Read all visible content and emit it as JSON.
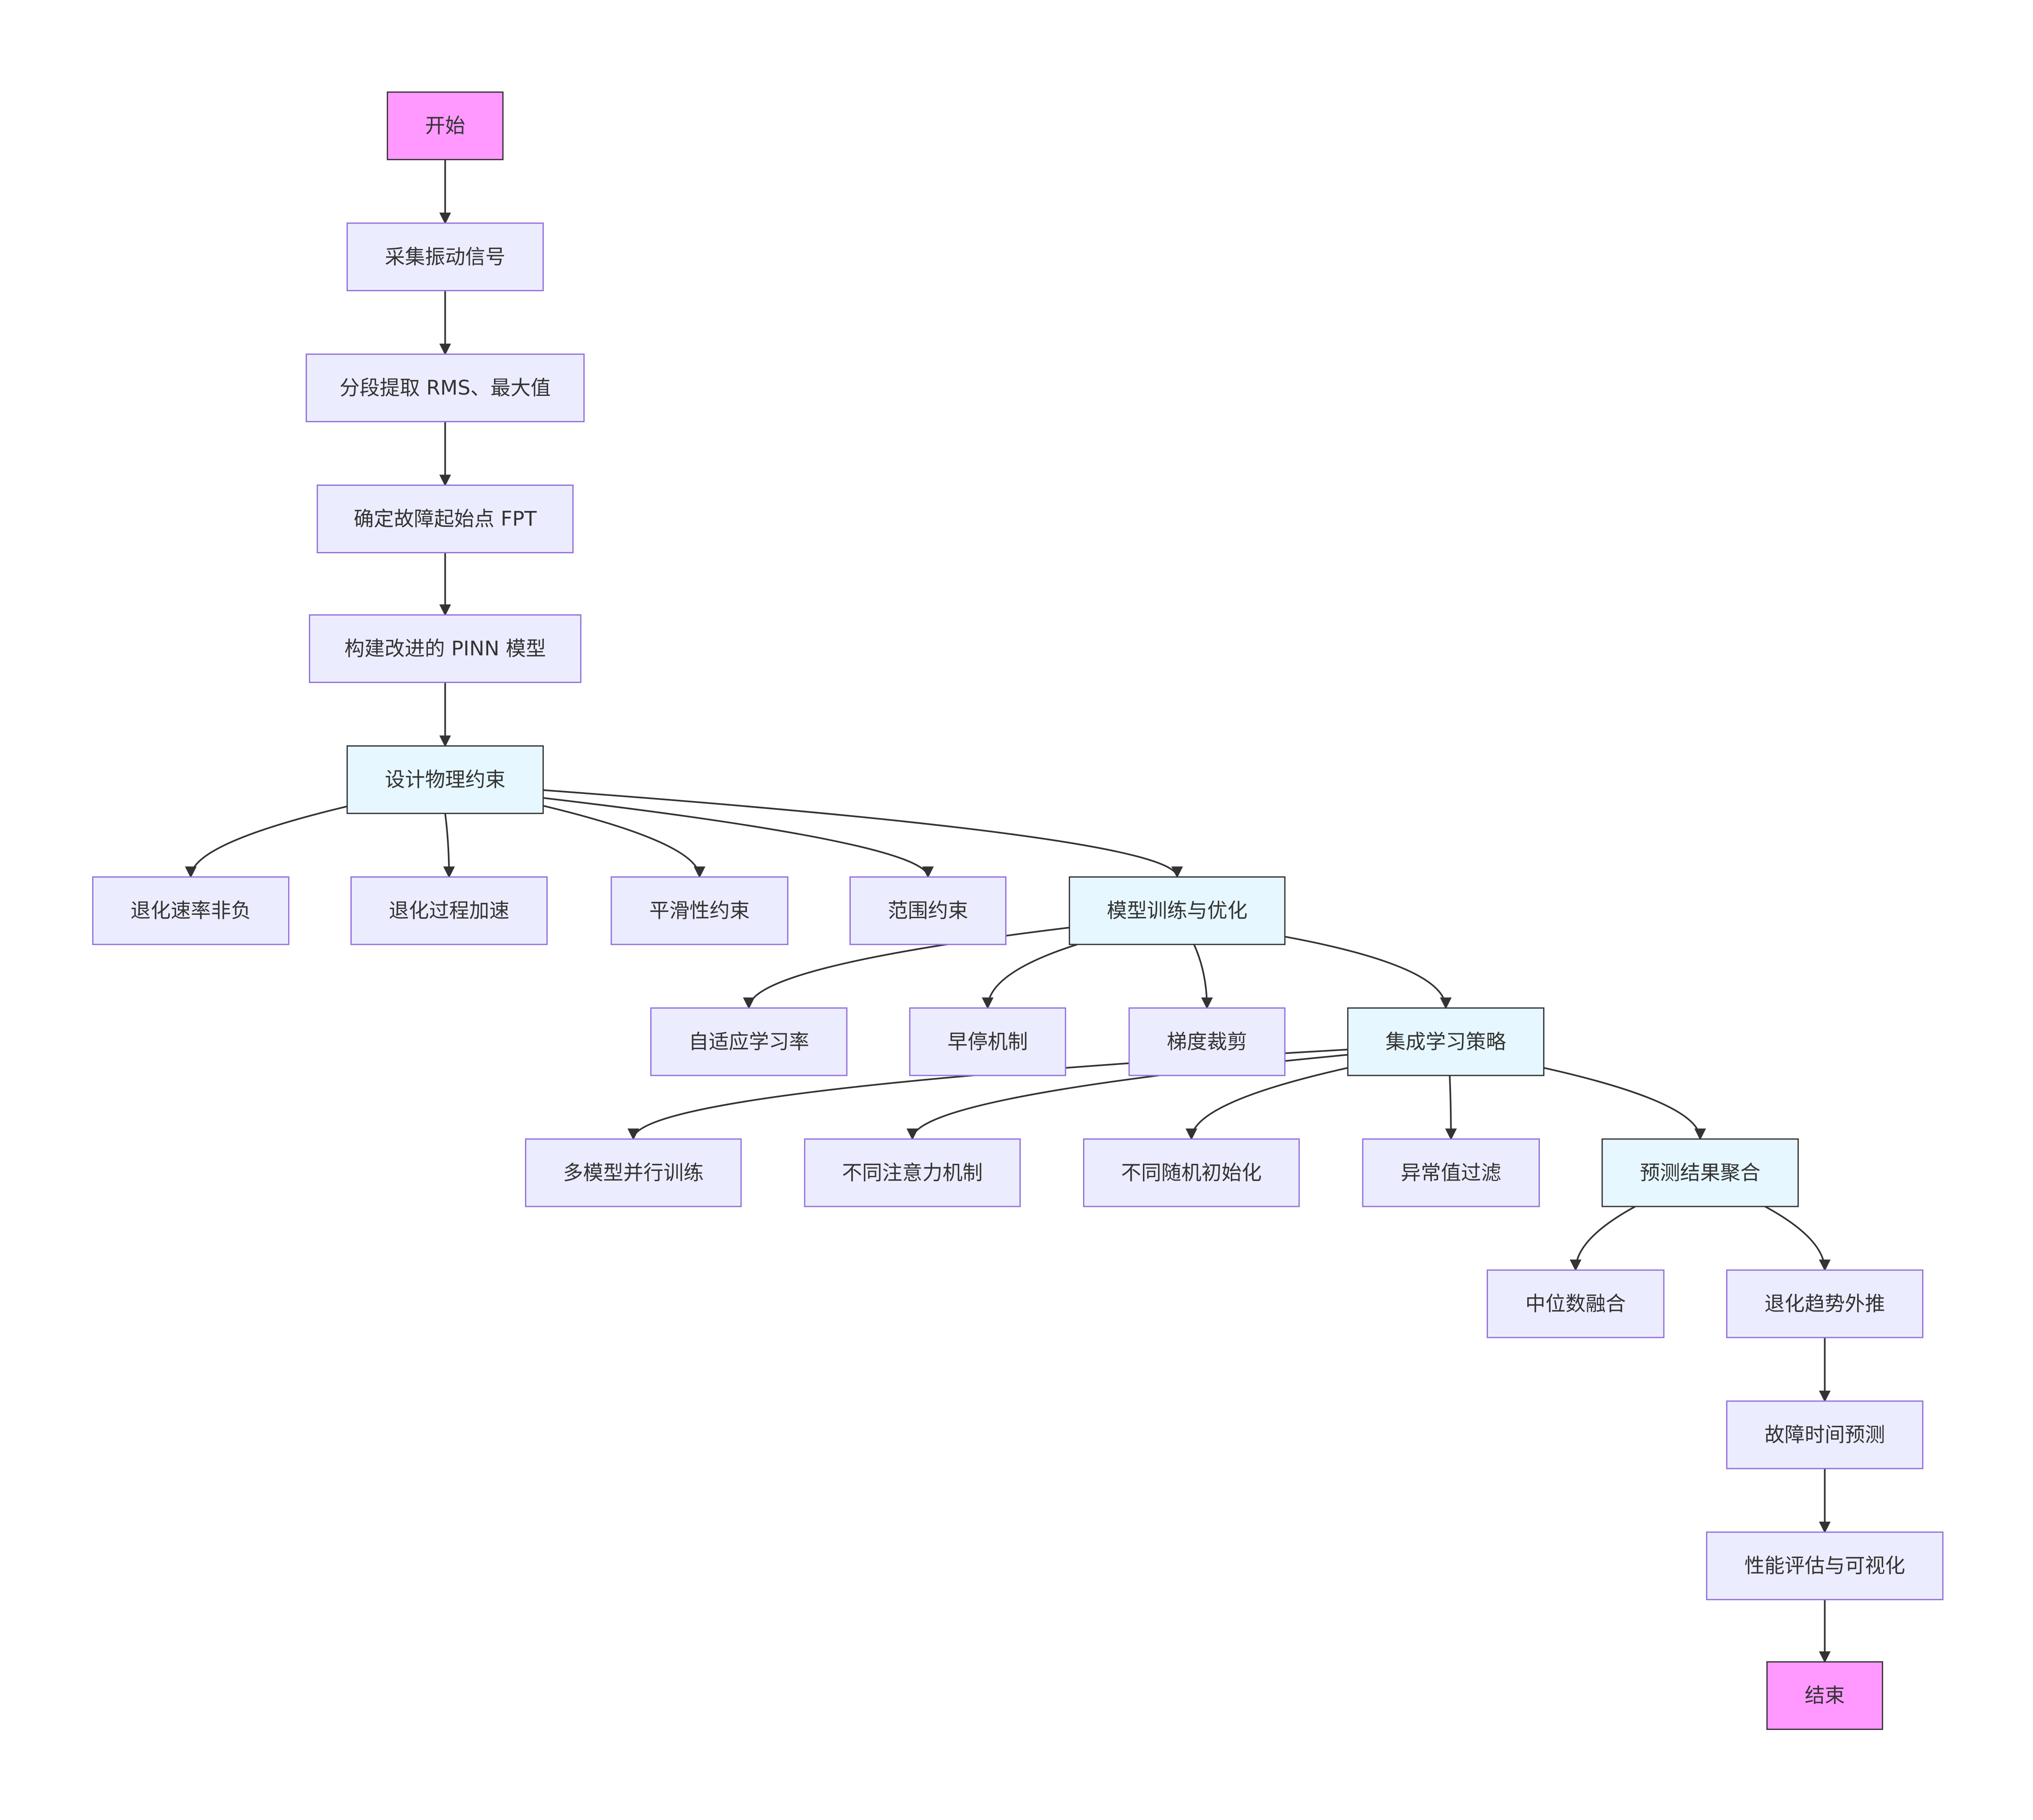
{
  "colors": {
    "default_fill": "#ECECFF",
    "default_stroke": "#9370DB",
    "terminal_fill": "#FF99FF",
    "terminal_stroke": "#333333",
    "group_fill": "#E6F7FF",
    "group_stroke": "#333333",
    "edge": "#333333",
    "text": "#333333"
  },
  "nodes": [
    {
      "id": "start",
      "label": "开始",
      "style": "terminal"
    },
    {
      "id": "collect",
      "label": "采集振动信号",
      "style": "default"
    },
    {
      "id": "extract",
      "label": "分段提取 RMS、最大值",
      "style": "default"
    },
    {
      "id": "fpt",
      "label": "确定故障起始点 FPT",
      "style": "default"
    },
    {
      "id": "pinn",
      "label": "构建改进的 PINN 模型",
      "style": "default"
    },
    {
      "id": "physics",
      "label": "设计物理约束",
      "style": "group"
    },
    {
      "id": "nonneg",
      "label": "退化速率非负",
      "style": "default"
    },
    {
      "id": "accel",
      "label": "退化过程加速",
      "style": "default"
    },
    {
      "id": "smooth",
      "label": "平滑性约束",
      "style": "default"
    },
    {
      "id": "range",
      "label": "范围约束",
      "style": "default"
    },
    {
      "id": "train",
      "label": "模型训练与优化",
      "style": "group"
    },
    {
      "id": "adaptlr",
      "label": "自适应学习率",
      "style": "default"
    },
    {
      "id": "earlystop",
      "label": "早停机制",
      "style": "default"
    },
    {
      "id": "gradclip",
      "label": "梯度裁剪",
      "style": "default"
    },
    {
      "id": "ensemble",
      "label": "集成学习策略",
      "style": "group"
    },
    {
      "id": "parallel",
      "label": "多模型并行训练",
      "style": "default"
    },
    {
      "id": "attention",
      "label": "不同注意力机制",
      "style": "default"
    },
    {
      "id": "randinit",
      "label": "不同随机初始化",
      "style": "default"
    },
    {
      "id": "outlier",
      "label": "异常值过滤",
      "style": "default"
    },
    {
      "id": "aggregate",
      "label": "预测结果聚合",
      "style": "group"
    },
    {
      "id": "median",
      "label": "中位数融合",
      "style": "default"
    },
    {
      "id": "trend",
      "label": "退化趋势外推",
      "style": "default"
    },
    {
      "id": "failtime",
      "label": "故障时间预测",
      "style": "default"
    },
    {
      "id": "evaluate",
      "label": "性能评估与可视化",
      "style": "default"
    },
    {
      "id": "end",
      "label": "结束",
      "style": "terminal"
    }
  ],
  "edges": [
    {
      "from": "start",
      "to": "collect"
    },
    {
      "from": "collect",
      "to": "extract"
    },
    {
      "from": "extract",
      "to": "fpt"
    },
    {
      "from": "fpt",
      "to": "pinn"
    },
    {
      "from": "pinn",
      "to": "physics"
    },
    {
      "from": "physics",
      "to": "nonneg"
    },
    {
      "from": "physics",
      "to": "accel"
    },
    {
      "from": "physics",
      "to": "smooth"
    },
    {
      "from": "physics",
      "to": "range"
    },
    {
      "from": "physics",
      "to": "train"
    },
    {
      "from": "train",
      "to": "adaptlr"
    },
    {
      "from": "train",
      "to": "earlystop"
    },
    {
      "from": "train",
      "to": "gradclip"
    },
    {
      "from": "train",
      "to": "ensemble"
    },
    {
      "from": "ensemble",
      "to": "parallel"
    },
    {
      "from": "ensemble",
      "to": "attention"
    },
    {
      "from": "ensemble",
      "to": "randinit"
    },
    {
      "from": "ensemble",
      "to": "outlier"
    },
    {
      "from": "ensemble",
      "to": "aggregate"
    },
    {
      "from": "aggregate",
      "to": "median"
    },
    {
      "from": "aggregate",
      "to": "trend"
    },
    {
      "from": "trend",
      "to": "failtime"
    },
    {
      "from": "failtime",
      "to": "evaluate"
    },
    {
      "from": "evaluate",
      "to": "end"
    }
  ]
}
